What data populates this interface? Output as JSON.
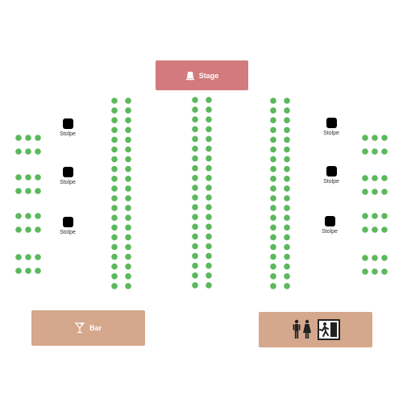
{
  "stage": {
    "label": "Stage",
    "icon": "stage-icon",
    "color": "#d27a7e"
  },
  "bar": {
    "label": "Bar",
    "icon": "cocktail-glass-icon",
    "color": "#d5a78c"
  },
  "facilities": {
    "icons": [
      "restroom-icon",
      "emergency-exit-icon"
    ],
    "color": "#d5a78c"
  },
  "pillar_label": "Stolpe",
  "seat_color": "#5cb85c"
}
